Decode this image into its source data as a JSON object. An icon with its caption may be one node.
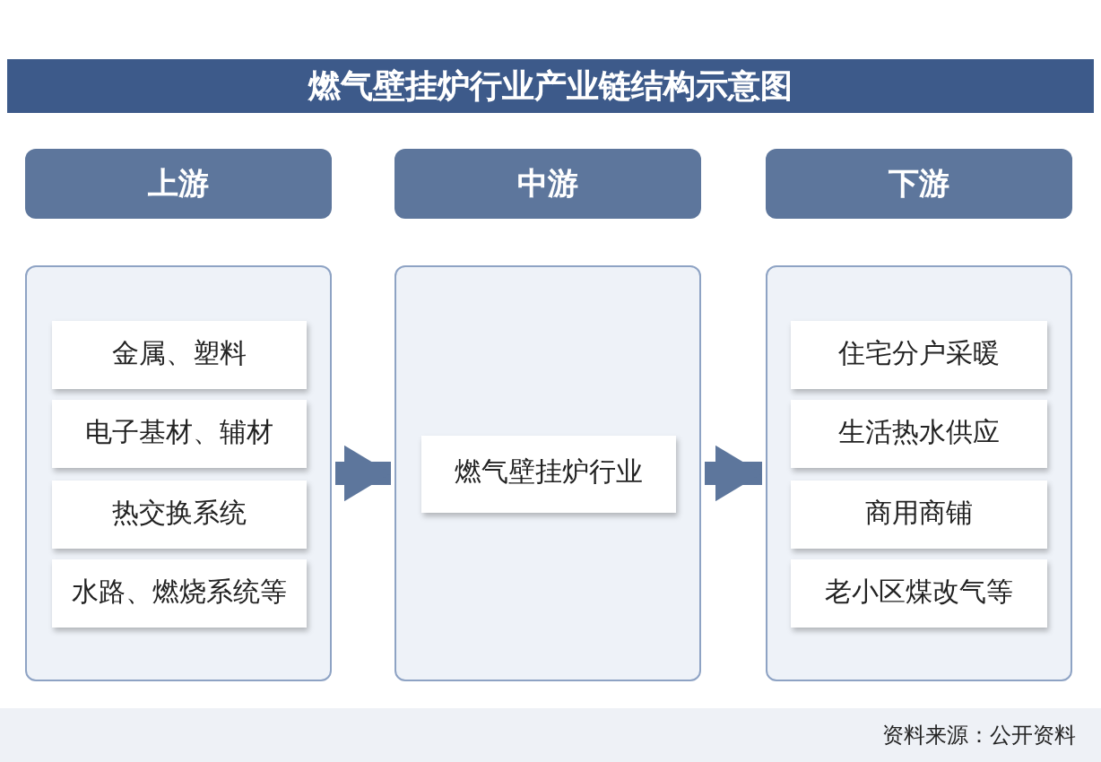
{
  "diagram": {
    "title": "燃气壁挂炉行业产业链结构示意图",
    "nodes": [
      {
        "text": [
          "上游"
        ]
      },
      {
        "text": [
          "中游"
        ]
      },
      {
        "text": [
          "下游"
        ]
      },
      {
        "text": [],
        "shape": "box"
      },
      {
        "text": [
          "金属、塑料"
        ],
        "in": 3
      },
      {
        "text": [
          "电子基材、辅材"
        ],
        "in": 3
      },
      {
        "text": [
          "热交换系统"
        ],
        "in": 3
      },
      {
        "text": [
          "水路、燃烧系统等"
        ],
        "in": 3
      },
      {
        "text": [],
        "shape": "box"
      },
      {
        "text": [
          "燃气壁挂炉行业"
        ],
        "in": 8
      },
      {
        "text": [],
        "shape": "box"
      },
      {
        "text": [
          "住宅分户采暖"
        ],
        "in": 10
      },
      {
        "text": [
          "生活热水供应"
        ],
        "in": 10
      },
      {
        "text": [
          "商用商铺"
        ],
        "in": 10
      },
      {
        "text": [
          "老小区煤改气等"
        ],
        "in": 10
      }
    ],
    "edges": [
      {
        "from": 3,
        "to": 8,
        "arrow": "to"
      },
      {
        "from": 8,
        "to": 10,
        "arrow": "to"
      }
    ],
    "labels": [
      "资料来源：公开资料"
    ]
  }
}
